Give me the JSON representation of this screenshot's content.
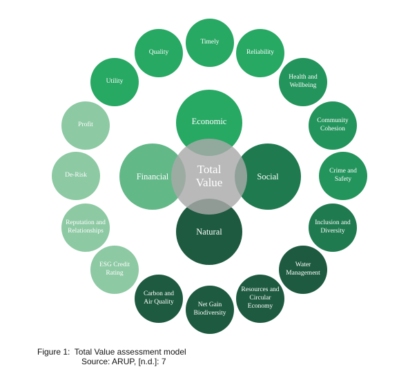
{
  "center_label": "Total Value",
  "pillars": {
    "economic": "Economic",
    "financial": "Financial",
    "social": "Social",
    "natural": "Natural"
  },
  "outer_ring": [
    "Timely",
    "Reliability",
    "Health and Wellbeing",
    "Community Cohesion",
    "Crime and Safety",
    "Inclusion and Diversity",
    "Water Management",
    "Resources and Circular Economy",
    "Net Gain Biodiversity",
    "Carbon and Air Quality",
    "ESG Credit Rating",
    "Reputation and Relationships",
    "De-Risk",
    "Profit",
    "Utility",
    "Quality"
  ],
  "caption": {
    "line1": "Figure 1:  Total Value assessment model",
    "line2": "Source: ARUP, [n.d.]: 7"
  },
  "colors": {
    "dark_green": "#1d5a3f",
    "green": "#27a863",
    "light_green": "#8dc9a3",
    "center_grey": "#aaaaaa"
  }
}
